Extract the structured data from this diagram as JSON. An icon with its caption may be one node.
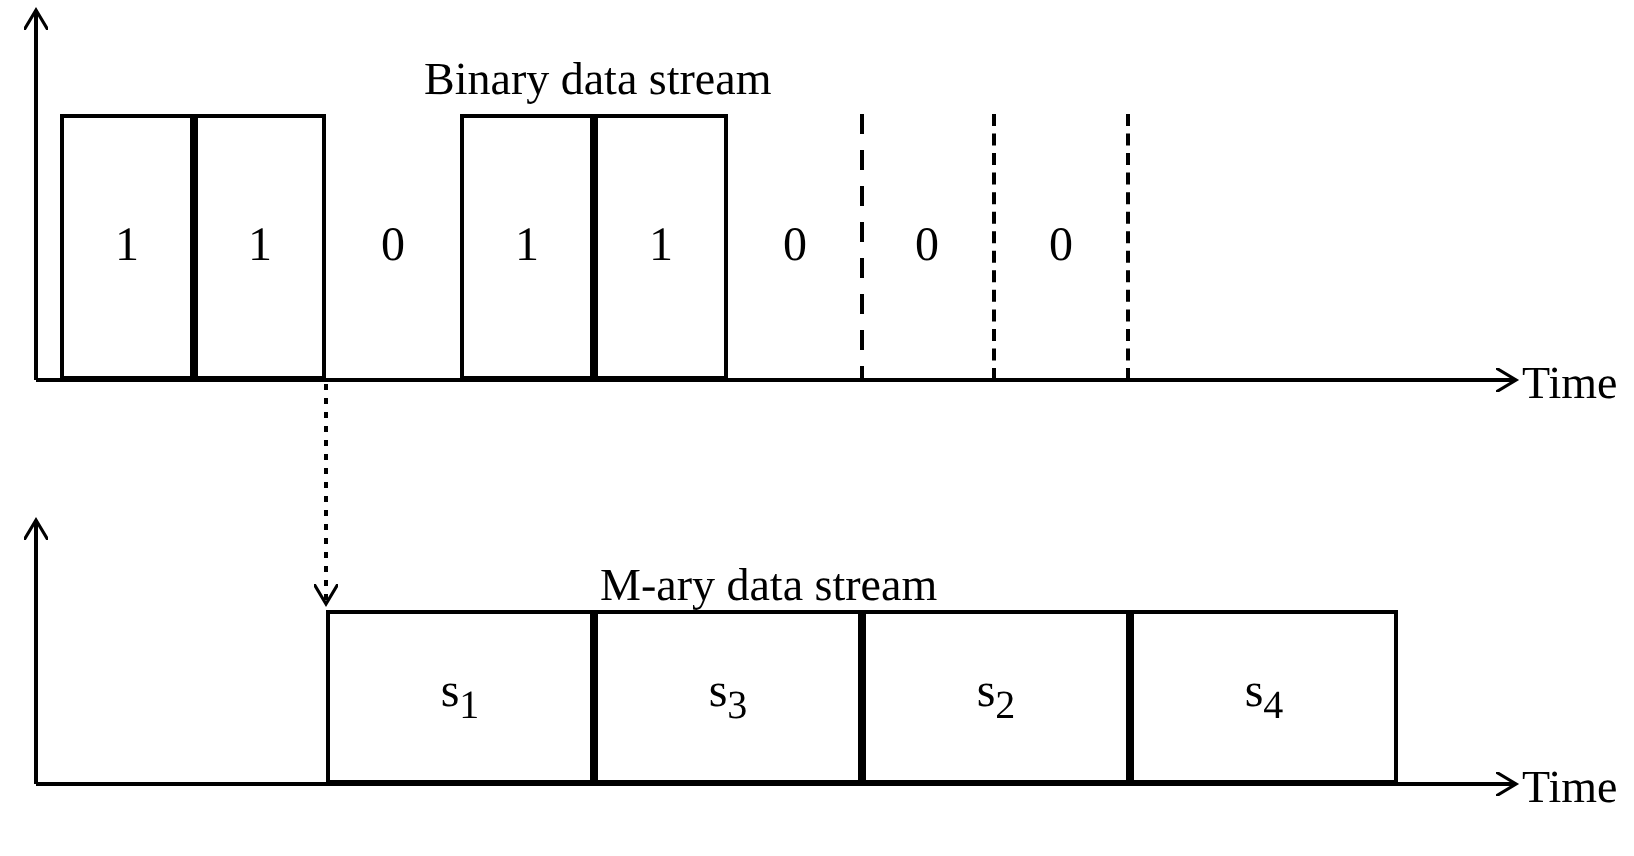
{
  "diagram": {
    "nodes": [
      {
        "text": [
          "1"
        ]
      },
      {
        "text": [
          "1"
        ]
      },
      {
        "text": [
          "0"
        ]
      },
      {
        "text": [
          "1"
        ]
      },
      {
        "text": [
          "1"
        ]
      },
      {
        "text": [
          "0"
        ]
      },
      {
        "text": [
          "0"
        ]
      },
      {
        "text": [
          "0"
        ]
      },
      {
        "text": [
          "s$_{1}$"
        ]
      },
      {
        "text": [
          "s$_{3}$"
        ]
      },
      {
        "text": [
          "s$_{2}$"
        ]
      },
      {
        "text": [
          "s$_{4}$"
        ]
      }
    ],
    "edges": [
      {
        "from": 1,
        "to": 8,
        "arrow": "to",
        "style": "dashed"
      }
    ],
    "labels": [
      "Binary data stream",
      "Time",
      "M-ary data stream",
      "Time"
    ]
  }
}
